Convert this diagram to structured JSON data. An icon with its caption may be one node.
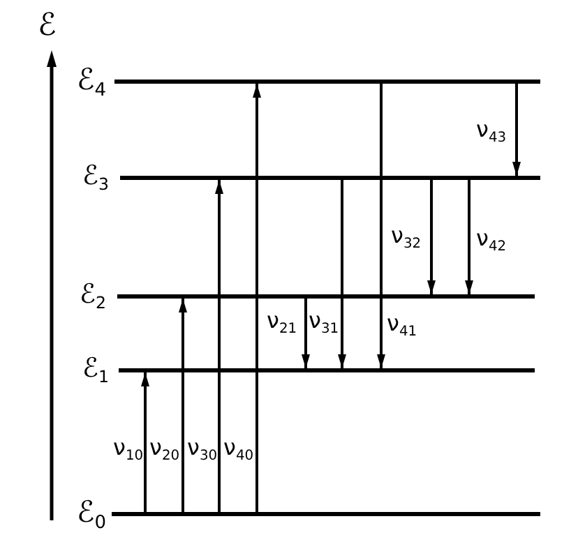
{
  "diagram": {
    "nodes": [
      {
        "text": [
          "ℰ$_{4}$"
        ]
      },
      {
        "text": [
          "ℰ$_{3}$"
        ]
      },
      {
        "text": [
          "ℰ$_{2}$"
        ]
      },
      {
        "text": [
          "ℰ$_{1}$"
        ]
      },
      {
        "text": [
          "ℰ$_{0}$"
        ]
      }
    ],
    "edges": [
      {
        "from": 4,
        "to": 3,
        "arrow": "to",
        "label": "ν$_{10}$"
      },
      {
        "from": 4,
        "to": 2,
        "arrow": "to",
        "label": "ν$_{20}$"
      },
      {
        "from": 4,
        "to": 1,
        "arrow": "to",
        "label": "ν$_{30}$"
      },
      {
        "from": 4,
        "to": 0,
        "arrow": "to",
        "label": "ν$_{40}$"
      },
      {
        "from": 2,
        "to": 3,
        "arrow": "to",
        "label": "ν$_{21}$"
      },
      {
        "from": 1,
        "to": 3,
        "arrow": "to",
        "label": "ν$_{31}$"
      },
      {
        "from": 0,
        "to": 3,
        "arrow": "to",
        "label": "ν$_{41}$"
      },
      {
        "from": 1,
        "to": 2,
        "arrow": "to",
        "label": "ν$_{32}$"
      },
      {
        "from": 1,
        "to": 2,
        "arrow": "to",
        "label": "ν$_{42}$"
      },
      {
        "from": 0,
        "to": 1,
        "arrow": "to",
        "label": "ν$_{43}$"
      }
    ],
    "labels": [
      "ℰ"
    ]
  }
}
